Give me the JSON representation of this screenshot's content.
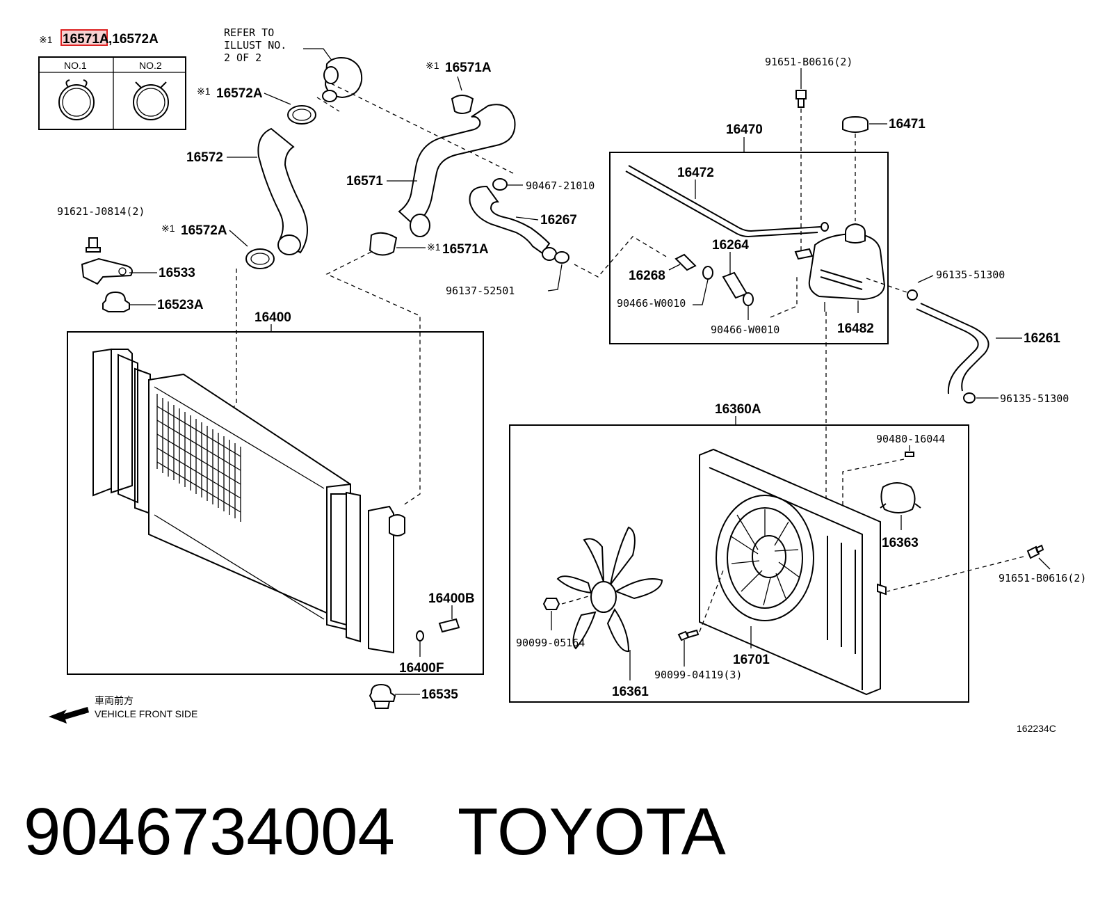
{
  "diagram_id": "162234C",
  "footer": {
    "part_number": "9046734004",
    "brand": "TOYOTA"
  },
  "legend": {
    "mark": "※1",
    "highlighted_part": "16571A",
    "other_part": ",16572A",
    "col1": "NO.1",
    "col2": "NO.2"
  },
  "refer_note": [
    "REFER TO",
    "ILLUST NO.",
    "2 OF 2"
  ],
  "direction": {
    "jp": "車両前方",
    "en": "VEHICLE FRONT SIDE"
  },
  "labels": {
    "p16572A_top": "16572A",
    "p16571A_top": "16571A",
    "p16572": "16572",
    "p16571": "16571",
    "p90467": "90467-21010",
    "p16267": "16267",
    "p91621": "91621-J0814(2)",
    "p16572A_mid": "16572A",
    "p16571A_mid": "16571A",
    "p16533": "16533",
    "p16523A": "16523A",
    "p96137": "96137-52501",
    "p16400": "16400",
    "p16400B": "16400B",
    "p16400F": "16400F",
    "p16535": "16535",
    "p91651_top": "91651-B0616(2)",
    "p16471": "16471",
    "p16470": "16470",
    "p16472": "16472",
    "p16264": "16264",
    "p16268": "16268",
    "p90466_a": "90466-W0010",
    "p90466_b": "90466-W0010",
    "p16482": "16482",
    "p96135_a": "96135-51300",
    "p16261": "16261",
    "p96135_b": "96135-51300",
    "p16360A": "16360A",
    "p90480": "90480-16044",
    "p16363": "16363",
    "p91651_right": "91651-B0616(2)",
    "p90099_05164": "90099-05164",
    "p90099_04119": "90099-04119(3)",
    "p16701": "16701",
    "p16361": "16361"
  }
}
